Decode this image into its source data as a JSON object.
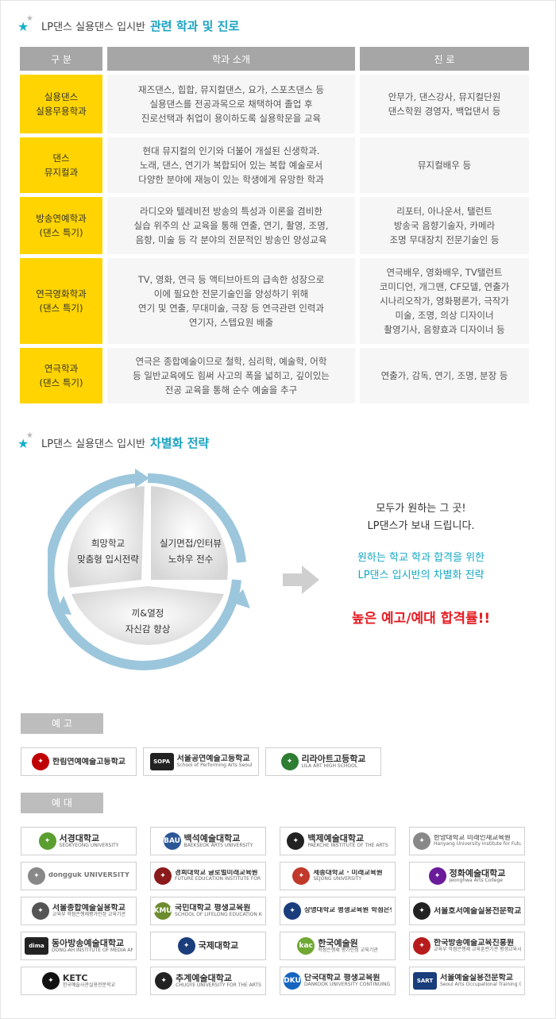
{
  "section1": {
    "prefix": "LP댄스 실용댄스 입시반",
    "highlight": "관련 학과 및 진로"
  },
  "table": {
    "headers": [
      "구 분",
      "학과 소개",
      "진 로"
    ],
    "rows": [
      {
        "name": "실용댄스\n실용무용학과",
        "desc": "재즈댄스, 힙합, 뮤지컬댄스, 요가, 스포츠댄스 등\n실용댄스를 전공과목으로 채택하여 졸업 후\n진로선택과 취업이 용이하도록 실용학문을 교육",
        "career": "안무가, 댄스강사, 뮤지컬단원\n댄스학원 경영자, 백업댄서 등"
      },
      {
        "name": "댄스\n뮤지컬과",
        "desc": "현대 뮤지컬의 인기와 더불어 개설된 신생학과.\n노래, 댄스, 연기가 복합되어 있는 복합 예술로서\n다양한 분야에 재능이 있는 학생에게 유망한 학과",
        "career": "뮤지컬배우 등"
      },
      {
        "name": "방송연예학과\n(댄스 특기)",
        "desc": "라디오와 텔레비전 방송의 특성과 이론을 겸비한\n실습 위주의 산 교육을 통해 연출, 연기, 촬영, 조명,\n음향, 미술 등 각 분야의 전문적인 방송인 양성교육",
        "career": "리포터, 아나운서, 탤런트\n방송국 음향기술자, 카메라\n조명 무대장치 전문기술인 등"
      },
      {
        "name": "연극영화학과\n(댄스 특기)",
        "desc": "TV, 영화, 연극 등 액티브아트의 급속한 성장으로\n이에 필요한 전문기술인을 양성하기 위해\n연기 및 연출, 무대미술, 극장 등 연극관련 인력과\n연기자, 스텝요원 배출",
        "career": "연극배우, 영화배우, TV탤런트\n코미디언, 개그맨, CF모델, 연출가\n시나리오작가, 영화평론가, 극작가\n미술, 조명, 의상 디자이너\n촬영기사, 음향효과 디자이너 등"
      },
      {
        "name": "연극학과\n(댄스 특기)",
        "desc": "연극은 종합예술이므로 철학, 심리학, 예술학, 어학\n등 일반교육에도 힘써 사고의 폭을 넓히고, 깊이있는\n전공 교육을 통해 순수 예술을 추구",
        "career": "연출가, 감독, 연기, 조명, 분장 등"
      }
    ]
  },
  "section2": {
    "prefix": "LP댄스 실용댄스 입시반",
    "highlight": "차별화 전략"
  },
  "diagram": {
    "seg1": "희망학교\n맞춤형 입시전략",
    "seg2": "실기면접/인터뷰\n노하우 전수",
    "seg3": "끼&열정\n자신감 향상"
  },
  "copy": {
    "line1": "모두가 원하는 그 곳!\nLP댄스가 보내 드립니다.",
    "line2": "원하는 학교 학과 합격을 위한\nLP댄스 입시반의 차별화 전략",
    "line3": "높은 예고/예대 합격률!!"
  },
  "tags": {
    "highschool": "예 고",
    "university": "예 대"
  },
  "highschools": [
    {
      "name": "한림연예예술고등학교",
      "sub": "",
      "color": "#c00000",
      "mark": ""
    },
    {
      "name": "서울공연예술고등학교",
      "sub": "School of Performing Arts Seoul",
      "color": "#222222",
      "mark": "SOPA"
    },
    {
      "name": "리라아트고등학교",
      "sub": "LILA ART HIGH SCHOOL",
      "color": "#2e7d32",
      "mark": ""
    }
  ],
  "universities": [
    {
      "name": "서경대학교",
      "sub": "SEOKYEONG UNIVERSITY",
      "color": "#5a9e2f",
      "mark": ""
    },
    {
      "name": "백석예술대학교",
      "sub": "BAEKSEOK ARTS UNIVERSITY",
      "color": "#2b5797",
      "mark": "BAU"
    },
    {
      "name": "백제예술대학교",
      "sub": "PAEKCHE INSTITUTE OF THE ARTS",
      "color": "#222222",
      "mark": ""
    },
    {
      "name": "한양대학교 미래인재교육원",
      "sub": "Hanyang University Institute for Future Talents",
      "color": "#888888",
      "mark": ""
    },
    {
      "name": "dongguk UNIVERSITY",
      "sub": "",
      "color": "#888888",
      "mark": ""
    },
    {
      "name": "경희대학교 글로벌미래교육원",
      "sub": "FUTURE EDUCATION INSTITUTE FOR GLOBALIZATION KYUNGHEE UNIVERSITY",
      "color": "#8b1a1a",
      "mark": ""
    },
    {
      "name": "세종대학교 · 미래교육원",
      "sub": "SEJONG UNIVERSITY",
      "color": "#c0392b",
      "mark": ""
    },
    {
      "name": "정화예술대학교",
      "sub": "Jeonghwa Arts College",
      "color": "#6a1b9a",
      "mark": ""
    },
    {
      "name": "서울종합예술실용학교",
      "sub": "교육부 학점은행제평가인정 교육기관",
      "color": "#555555",
      "mark": ""
    },
    {
      "name": "국민대학교 평생교육원",
      "sub": "SCHOOL OF LIFELONG EDUCATION KOOKMIN UNIVERSITY",
      "color": "#6d8b2f",
      "mark": "KMU"
    },
    {
      "name": "상명대학교 평생교육원 학점은행제",
      "sub": "",
      "color": "#1a3d7c",
      "mark": ""
    },
    {
      "name": "서울호서예술실용전문학교",
      "sub": "",
      "color": "#222222",
      "mark": ""
    },
    {
      "name": "동아방송예술대학교",
      "sub": "DONG-AH INSTITUTE OF MEDIA AND ARTS",
      "color": "#222222",
      "mark": "dima"
    },
    {
      "name": "국제대학교",
      "sub": "",
      "color": "#1a3d7c",
      "mark": ""
    },
    {
      "name": "한국예술원",
      "sub": "학점은행제 평가인정 교육기관",
      "color": "#6fa832",
      "mark": "kac"
    },
    {
      "name": "한국방송예술교육진흥원",
      "sub": "교육부 학점은행제 교육훈련기관 평생교육시설",
      "color": "#b71c1c",
      "mark": ""
    },
    {
      "name": "KETC",
      "sub": "한국예술사관실용전문학교",
      "color": "#111111",
      "mark": ""
    },
    {
      "name": "추계예술대학교",
      "sub": "CHUGYE UNIVERSITY FOR THE ARTS",
      "color": "#222222",
      "mark": ""
    },
    {
      "name": "단국대학교 평생교육원",
      "sub": "DANKOOK UNIVERSITY CONTINUING EDUCATION CENTER",
      "color": "#1565c0",
      "mark": "DKU"
    },
    {
      "name": "서울예술실용전문학교",
      "sub": "Seoul Arts Occupational Training College",
      "color": "#1a3d7c",
      "mark": "SART"
    }
  ]
}
